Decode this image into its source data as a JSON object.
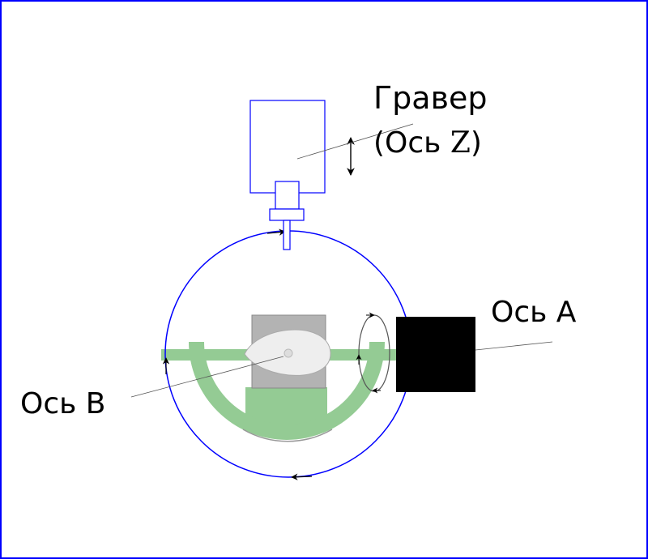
{
  "labels": {
    "engraver": "Гравер",
    "axis_z_prefix": "(Ось ",
    "axis_z_letter": "Z",
    "axis_z_suffix": ")",
    "axis_a": "Ось A",
    "axis_b": "Ось B"
  },
  "colors": {
    "frame": "#0000ff",
    "outline_blue": "#0000ff",
    "green": "#3da13d",
    "gray_block": "#b3b3b3",
    "egg": "#eeeeee",
    "black_block": "#000000",
    "leader": "#555555"
  }
}
